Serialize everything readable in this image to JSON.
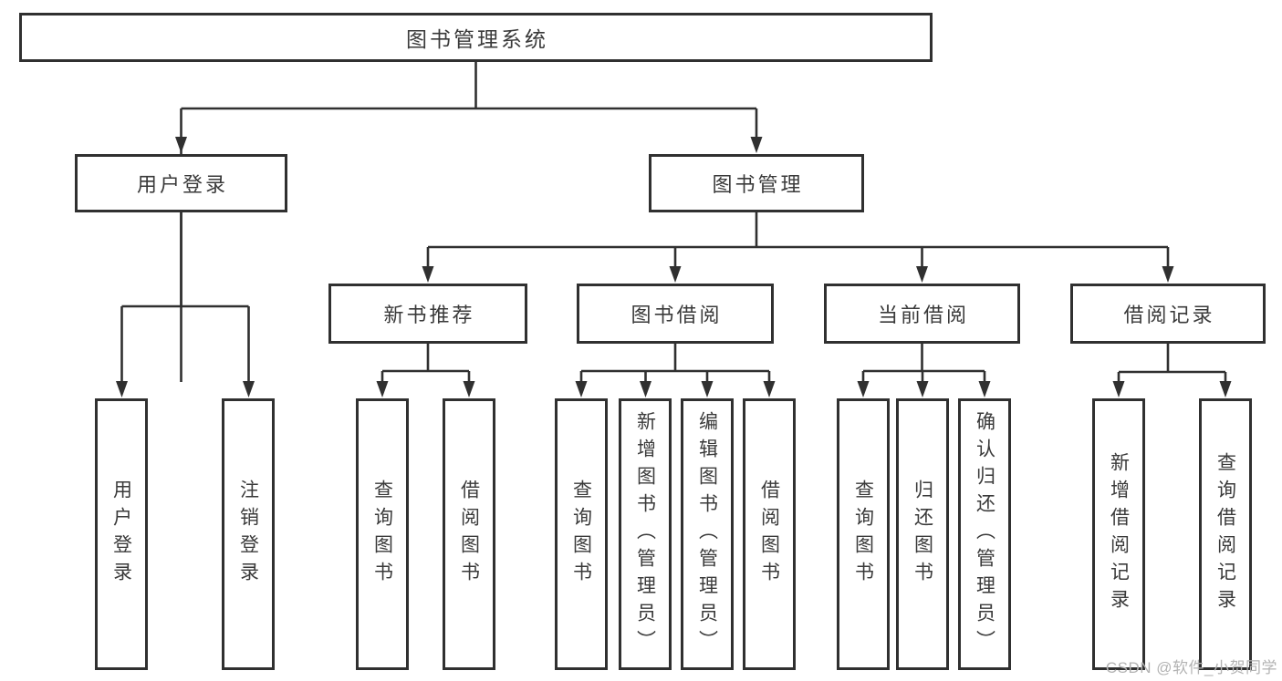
{
  "diagram": {
    "tree": {
      "label": "图书管理系统",
      "children": [
        {
          "label": "用户登录",
          "children": [
            {
              "label": "用户登录"
            },
            {
              "label": "注销登录"
            }
          ]
        },
        {
          "label": "图书管理",
          "children": [
            {
              "label": "新书推荐",
              "children": [
                {
                  "label": "查询图书"
                },
                {
                  "label": "借阅图书"
                }
              ]
            },
            {
              "label": "图书借阅",
              "children": [
                {
                  "label": "查询图书"
                },
                {
                  "label": "新增图书（管理员）"
                },
                {
                  "label": "编辑图书（管理员）"
                },
                {
                  "label": "借阅图书"
                }
              ]
            },
            {
              "label": "当前借阅",
              "children": [
                {
                  "label": "查询图书"
                },
                {
                  "label": "归还图书"
                },
                {
                  "label": "确认归还（管理员）"
                }
              ]
            },
            {
              "label": "借阅记录",
              "children": [
                {
                  "label": "新增借阅记录"
                },
                {
                  "label": "查询借阅记录"
                }
              ]
            }
          ]
        }
      ]
    },
    "watermark": "CSDN @软件_小贺同学",
    "colors": {
      "line": "#303030",
      "text": "#3a3a3a",
      "box_background": "#ffffff",
      "page_background": "#ffffff",
      "watermark": "#b3b3b3"
    }
  }
}
